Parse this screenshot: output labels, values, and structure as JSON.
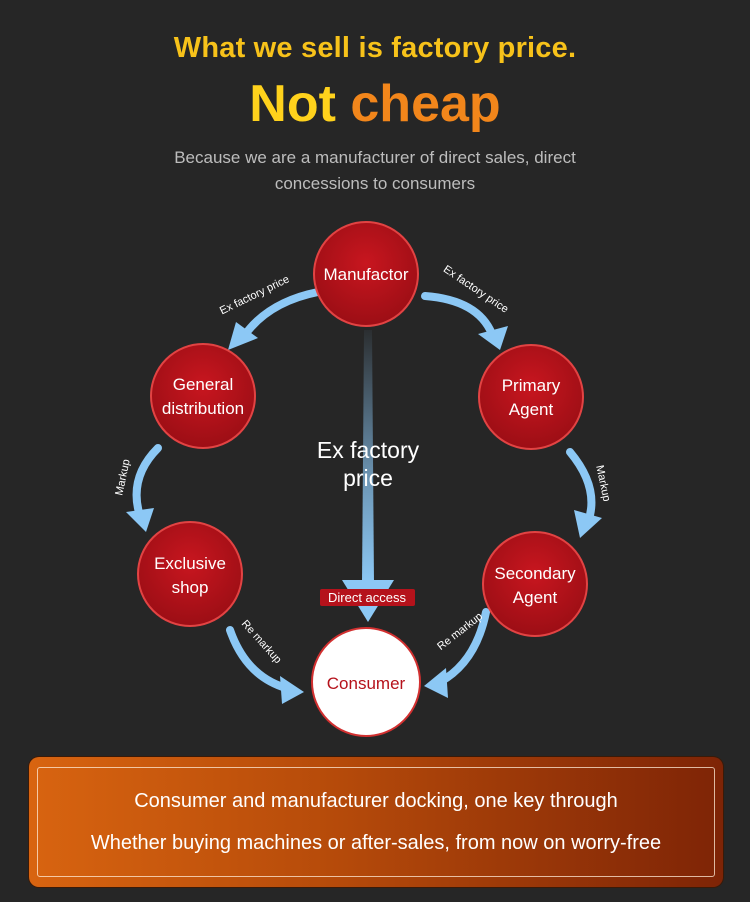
{
  "header": {
    "headline": "What we sell is factory price.",
    "big_word_1": "Not",
    "big_word_2": "cheap",
    "subtitle_line1": "Because we are a manufacturer of direct sales, direct",
    "subtitle_line2": "concessions to consumers"
  },
  "diagram": {
    "nodes": {
      "manufactor": "Manufactor",
      "general_line1": "General",
      "general_line2": "distribution",
      "primary_line1": "Primary",
      "primary_line2": "Agent",
      "exclusive_line1": "Exclusive",
      "exclusive_line2": "shop",
      "secondary_line1": "Secondary",
      "secondary_line2": "Agent",
      "consumer": "Consumer"
    },
    "edges": {
      "ex_factory_left": "Ex factory price",
      "ex_factory_right": "Ex factory price",
      "markup_left": "Markup",
      "markup_right": "Markup",
      "remarkup_left": "Re markup",
      "remarkup_right": "Re markup",
      "center_line1": "Ex factory",
      "center_line2": "price",
      "direct_access": "Direct access"
    },
    "colors": {
      "node_fill": "#b5121b",
      "node_border": "#e04040",
      "consumer_fill": "#ffffff",
      "consumer_text": "#b5121b",
      "arrow": "#8cc8f5"
    }
  },
  "banner": {
    "line1": "Consumer and manufacturer docking, one key through",
    "line2": "Whether buying machines or after-sales, from now on worry-free"
  }
}
